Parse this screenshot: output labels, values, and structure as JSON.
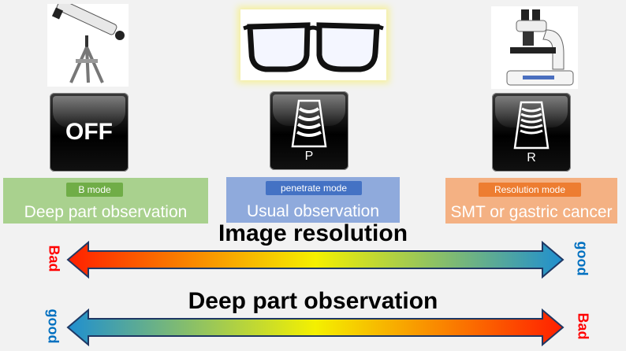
{
  "devices": {
    "telescope_icon": "telescope-icon",
    "glasses_icon": "glasses-icon",
    "microscope_icon": "microscope-icon"
  },
  "buttons": {
    "off_label": "OFF",
    "p_label": "P",
    "r_label": "R"
  },
  "panels": [
    {
      "badge": "B mode",
      "text": "Deep part observation",
      "panel_color": "#a9d18e",
      "badge_color": "#70ad47"
    },
    {
      "badge": "penetrate mode",
      "text": "Usual observation",
      "panel_color": "#8faadc",
      "badge_color": "#4472c4"
    },
    {
      "badge": "Resolution mode",
      "text": "SMT or gastric cancer",
      "panel_color": "#f4b183",
      "badge_color": "#ed7d31"
    }
  ],
  "scale1": {
    "title": "Image resolution",
    "left": "Bad",
    "right": "good",
    "left_color": "#ff0000",
    "right_color": "#0070c0"
  },
  "scale2": {
    "title": "Deep part observation",
    "left": "good",
    "right": "Bad",
    "left_color": "#0070c0",
    "right_color": "#ff0000"
  }
}
